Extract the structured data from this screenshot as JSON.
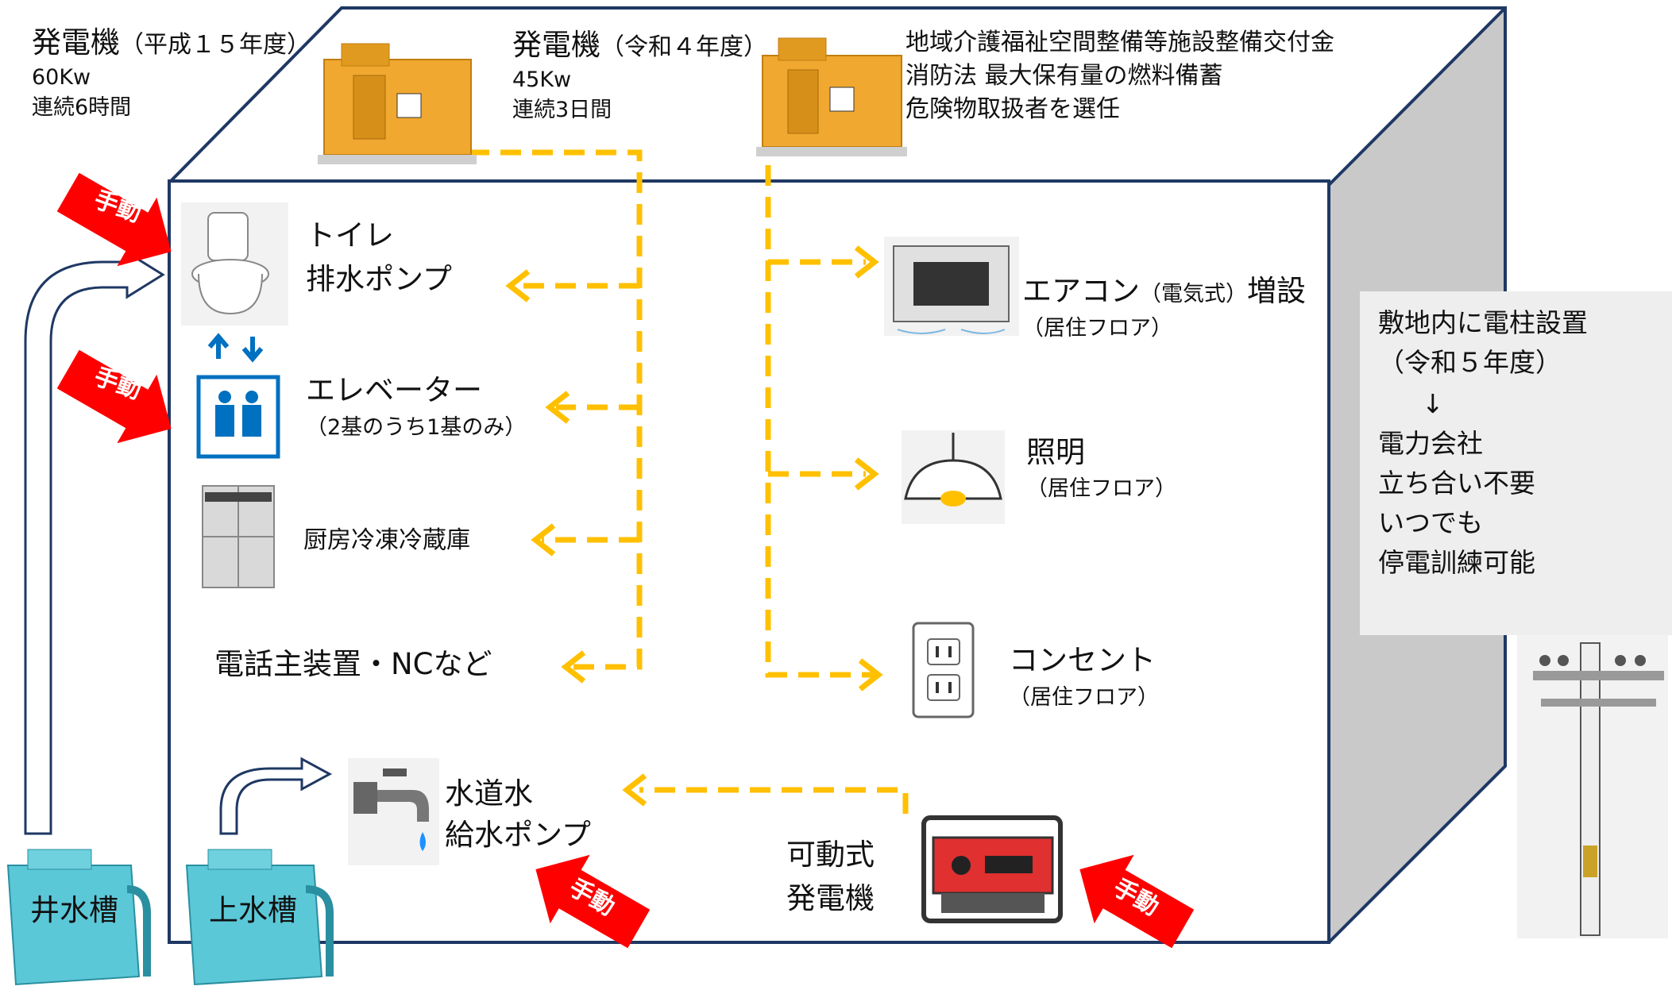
{
  "gen_old": {
    "title": "発電機",
    "year": "（平成１５年度）",
    "power": "60Kw",
    "duration": "連続6時間"
  },
  "gen_new": {
    "title": "発電機",
    "year": "（令和４年度）",
    "power": "45Kw",
    "duration": "連続3日間"
  },
  "subsidy": {
    "line1": "地域介護福祉空間整備等施設整備交付金",
    "line2": "消防法 最大保有量の燃料備蓄",
    "line3": "危険物取扱者を選任"
  },
  "left_loads": {
    "toilet": {
      "line1": "トイレ",
      "line2": "排水ポンプ"
    },
    "elevator": {
      "line1": "エレベーター",
      "line2": "（2基のうち1基のみ）"
    },
    "fridge": {
      "line1": "厨房冷凍冷蔵庫"
    },
    "phone": {
      "line1": "電話主装置・NCなど"
    }
  },
  "right_loads": {
    "aircon": {
      "line1": "エアコン",
      "line1_small": "（電気式）",
      "line1_end": "増設",
      "line2": "（居住フロア）"
    },
    "light": {
      "line1": "照明",
      "line2": "（居住フロア）"
    },
    "outlet": {
      "line1": "コンセント",
      "line2": "（居住フロア）"
    }
  },
  "water": {
    "line1": "水道水",
    "line2": "給水ポンプ"
  },
  "portable": {
    "line1": "可動式",
    "line2": "発電機"
  },
  "pole_note": {
    "line1": "敷地内に電柱設置",
    "line2": "（令和５年度）",
    "arrow": "↓",
    "line3": "電力会社",
    "line4": "立ち合い不要",
    "line5": "いつでも",
    "line6": "停電訓練可能"
  },
  "manual_tag": "手動",
  "tanks": {
    "well": "井水槽",
    "upper": "上水槽"
  },
  "colors": {
    "frame": "#1f3864",
    "dash": "#ffc000",
    "arrow_red": "#ff0000",
    "generator": "#f0a830",
    "tank": "#5bc8d8",
    "side_wall": "#c8c8c8"
  }
}
